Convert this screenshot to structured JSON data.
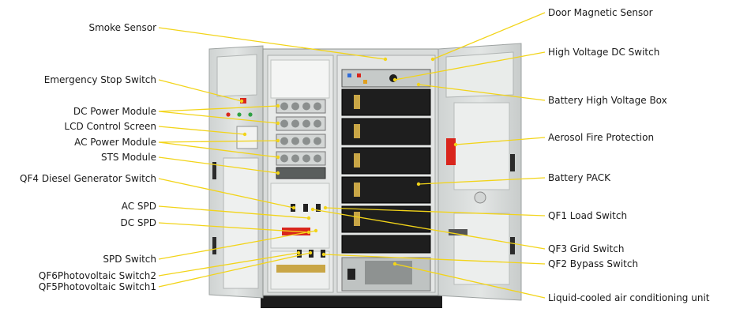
{
  "left_labels": [
    {
      "id": "smoke-sensor",
      "text": "Smoke Sensor"
    },
    {
      "id": "emergency-stop-switch",
      "text": "Emergency Stop Switch"
    },
    {
      "id": "dc-power-module",
      "text": "DC Power Module"
    },
    {
      "id": "lcd-control-screen",
      "text": "LCD Control Screen"
    },
    {
      "id": "ac-power-module",
      "text": "AC Power Module"
    },
    {
      "id": "sts-module",
      "text": "STS Module"
    },
    {
      "id": "qf4-diesel-generator-switch",
      "text": "QF4 Diesel Generator Switch"
    },
    {
      "id": "ac-spd",
      "text": "AC SPD"
    },
    {
      "id": "dc-spd",
      "text": "DC SPD"
    },
    {
      "id": "spd-switch",
      "text": "SPD Switch"
    },
    {
      "id": "qf6-photovoltaic-switch2",
      "text": "QF6Photovoltaic Switch2"
    },
    {
      "id": "qf5-photovoltaic-switch1",
      "text": "QF5Photovoltaic Switch1"
    }
  ],
  "right_labels": [
    {
      "id": "door-magnetic-sensor",
      "text": "Door Magnetic Sensor"
    },
    {
      "id": "high-voltage-dc-switch",
      "text": "High Voltage DC Switch"
    },
    {
      "id": "battery-high-voltage-box",
      "text": "Battery High Voltage Box"
    },
    {
      "id": "aerosol-fire-protection",
      "text": "Aerosol Fire Protection"
    },
    {
      "id": "battery-pack",
      "text": "Battery PACK"
    },
    {
      "id": "qf1-load-switch",
      "text": "QF1 Load Switch"
    },
    {
      "id": "qf3-grid-switch",
      "text": "QF3 Grid Switch"
    },
    {
      "id": "qf2-bypass-switch",
      "text": "QF2 Bypass Switch"
    },
    {
      "id": "liquid-cooled-air-conditioning-unit",
      "text": "Liquid-cooled air conditioning unit"
    }
  ],
  "colors": {
    "leader": "#f2d419",
    "cabinet": "#d9dcdb",
    "battery": "#1e1e1e",
    "label": "#1a1a1a",
    "fire_unit": "#d9251c"
  }
}
